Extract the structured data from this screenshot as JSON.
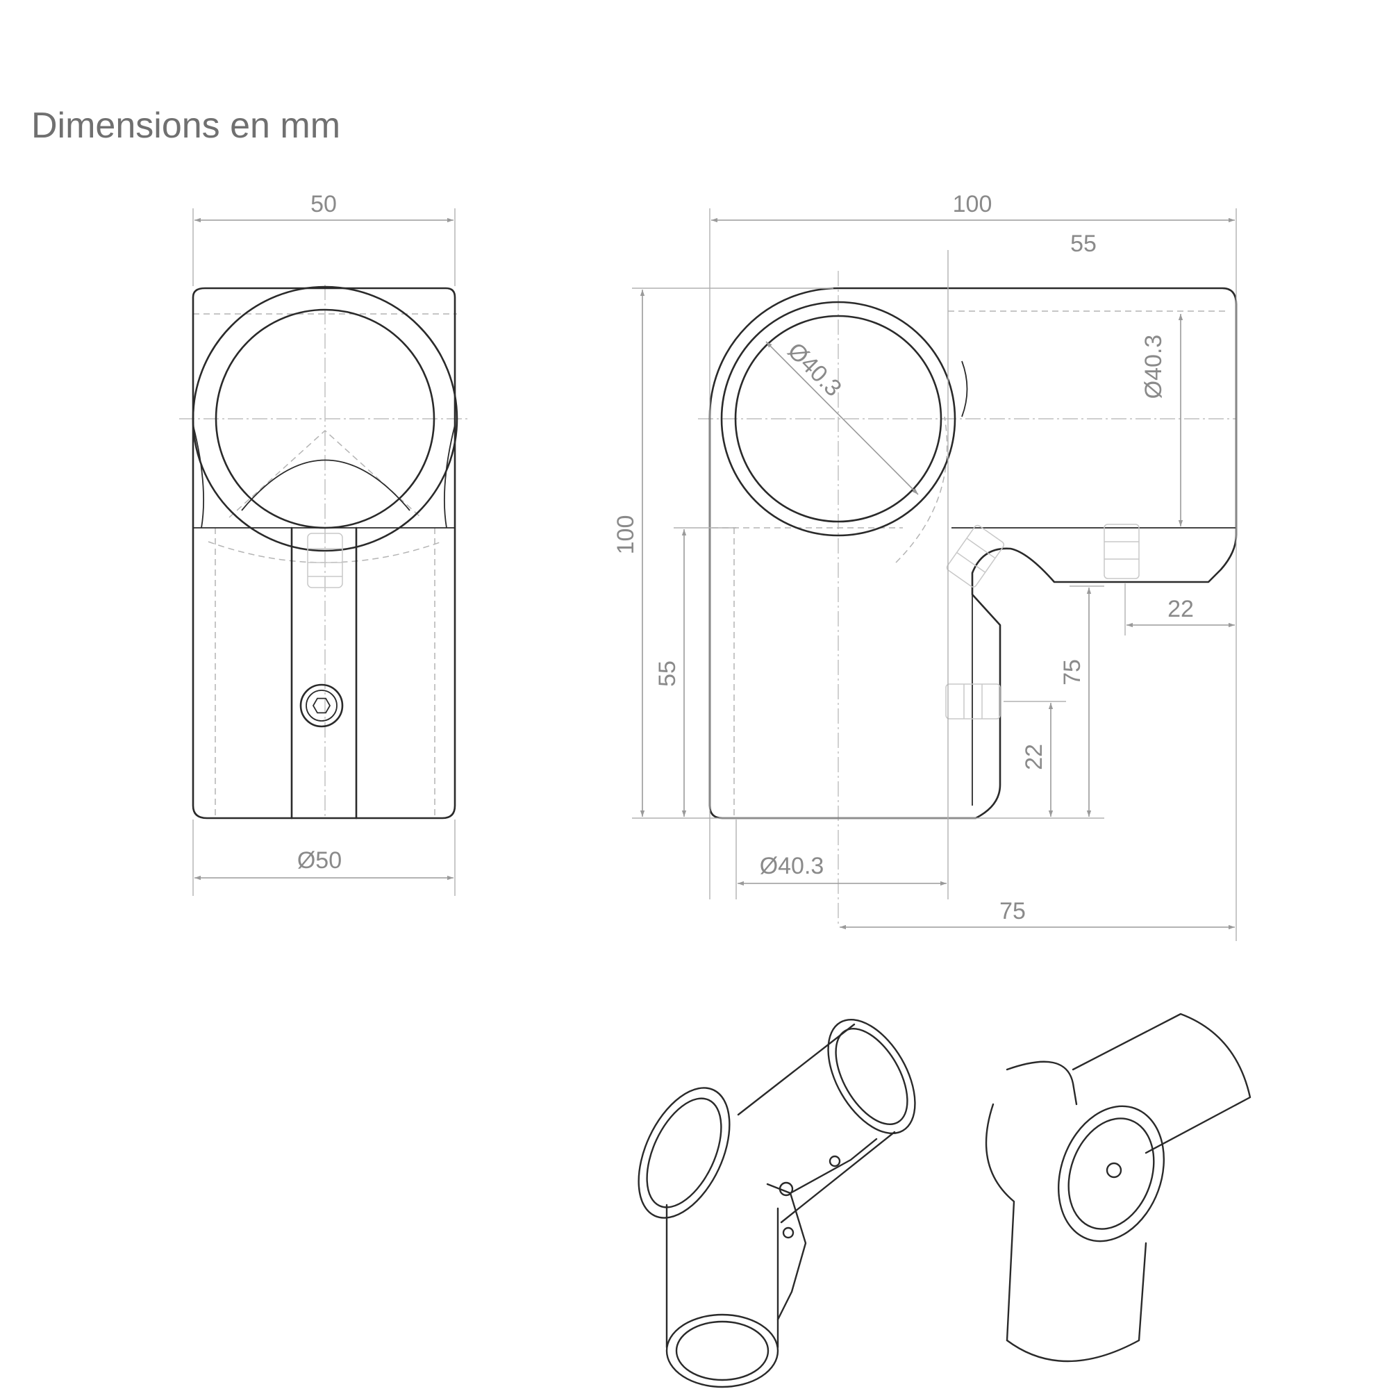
{
  "title": "Dimensions en mm",
  "dimensions": {
    "front_width": "50",
    "front_diameter": "Ø50",
    "side_total_width": "100",
    "side_top_arm": "55",
    "side_total_height": "100",
    "side_left_height": "55",
    "side_inner_diameter": "Ø40.3",
    "side_right_diameter": "Ø40.3",
    "side_bottom_diameter": "Ø40.3",
    "side_screw_offset_right": "22",
    "side_screw_offset_bottom": "22",
    "side_height_right": "75",
    "side_bottom_width": "75"
  },
  "colors": {
    "outline": "#2a2a2a",
    "dimension": "#8a8a8a",
    "hidden_line": "#b4b4b4"
  },
  "icons": [
    "hex-socket-screw-icon"
  ]
}
